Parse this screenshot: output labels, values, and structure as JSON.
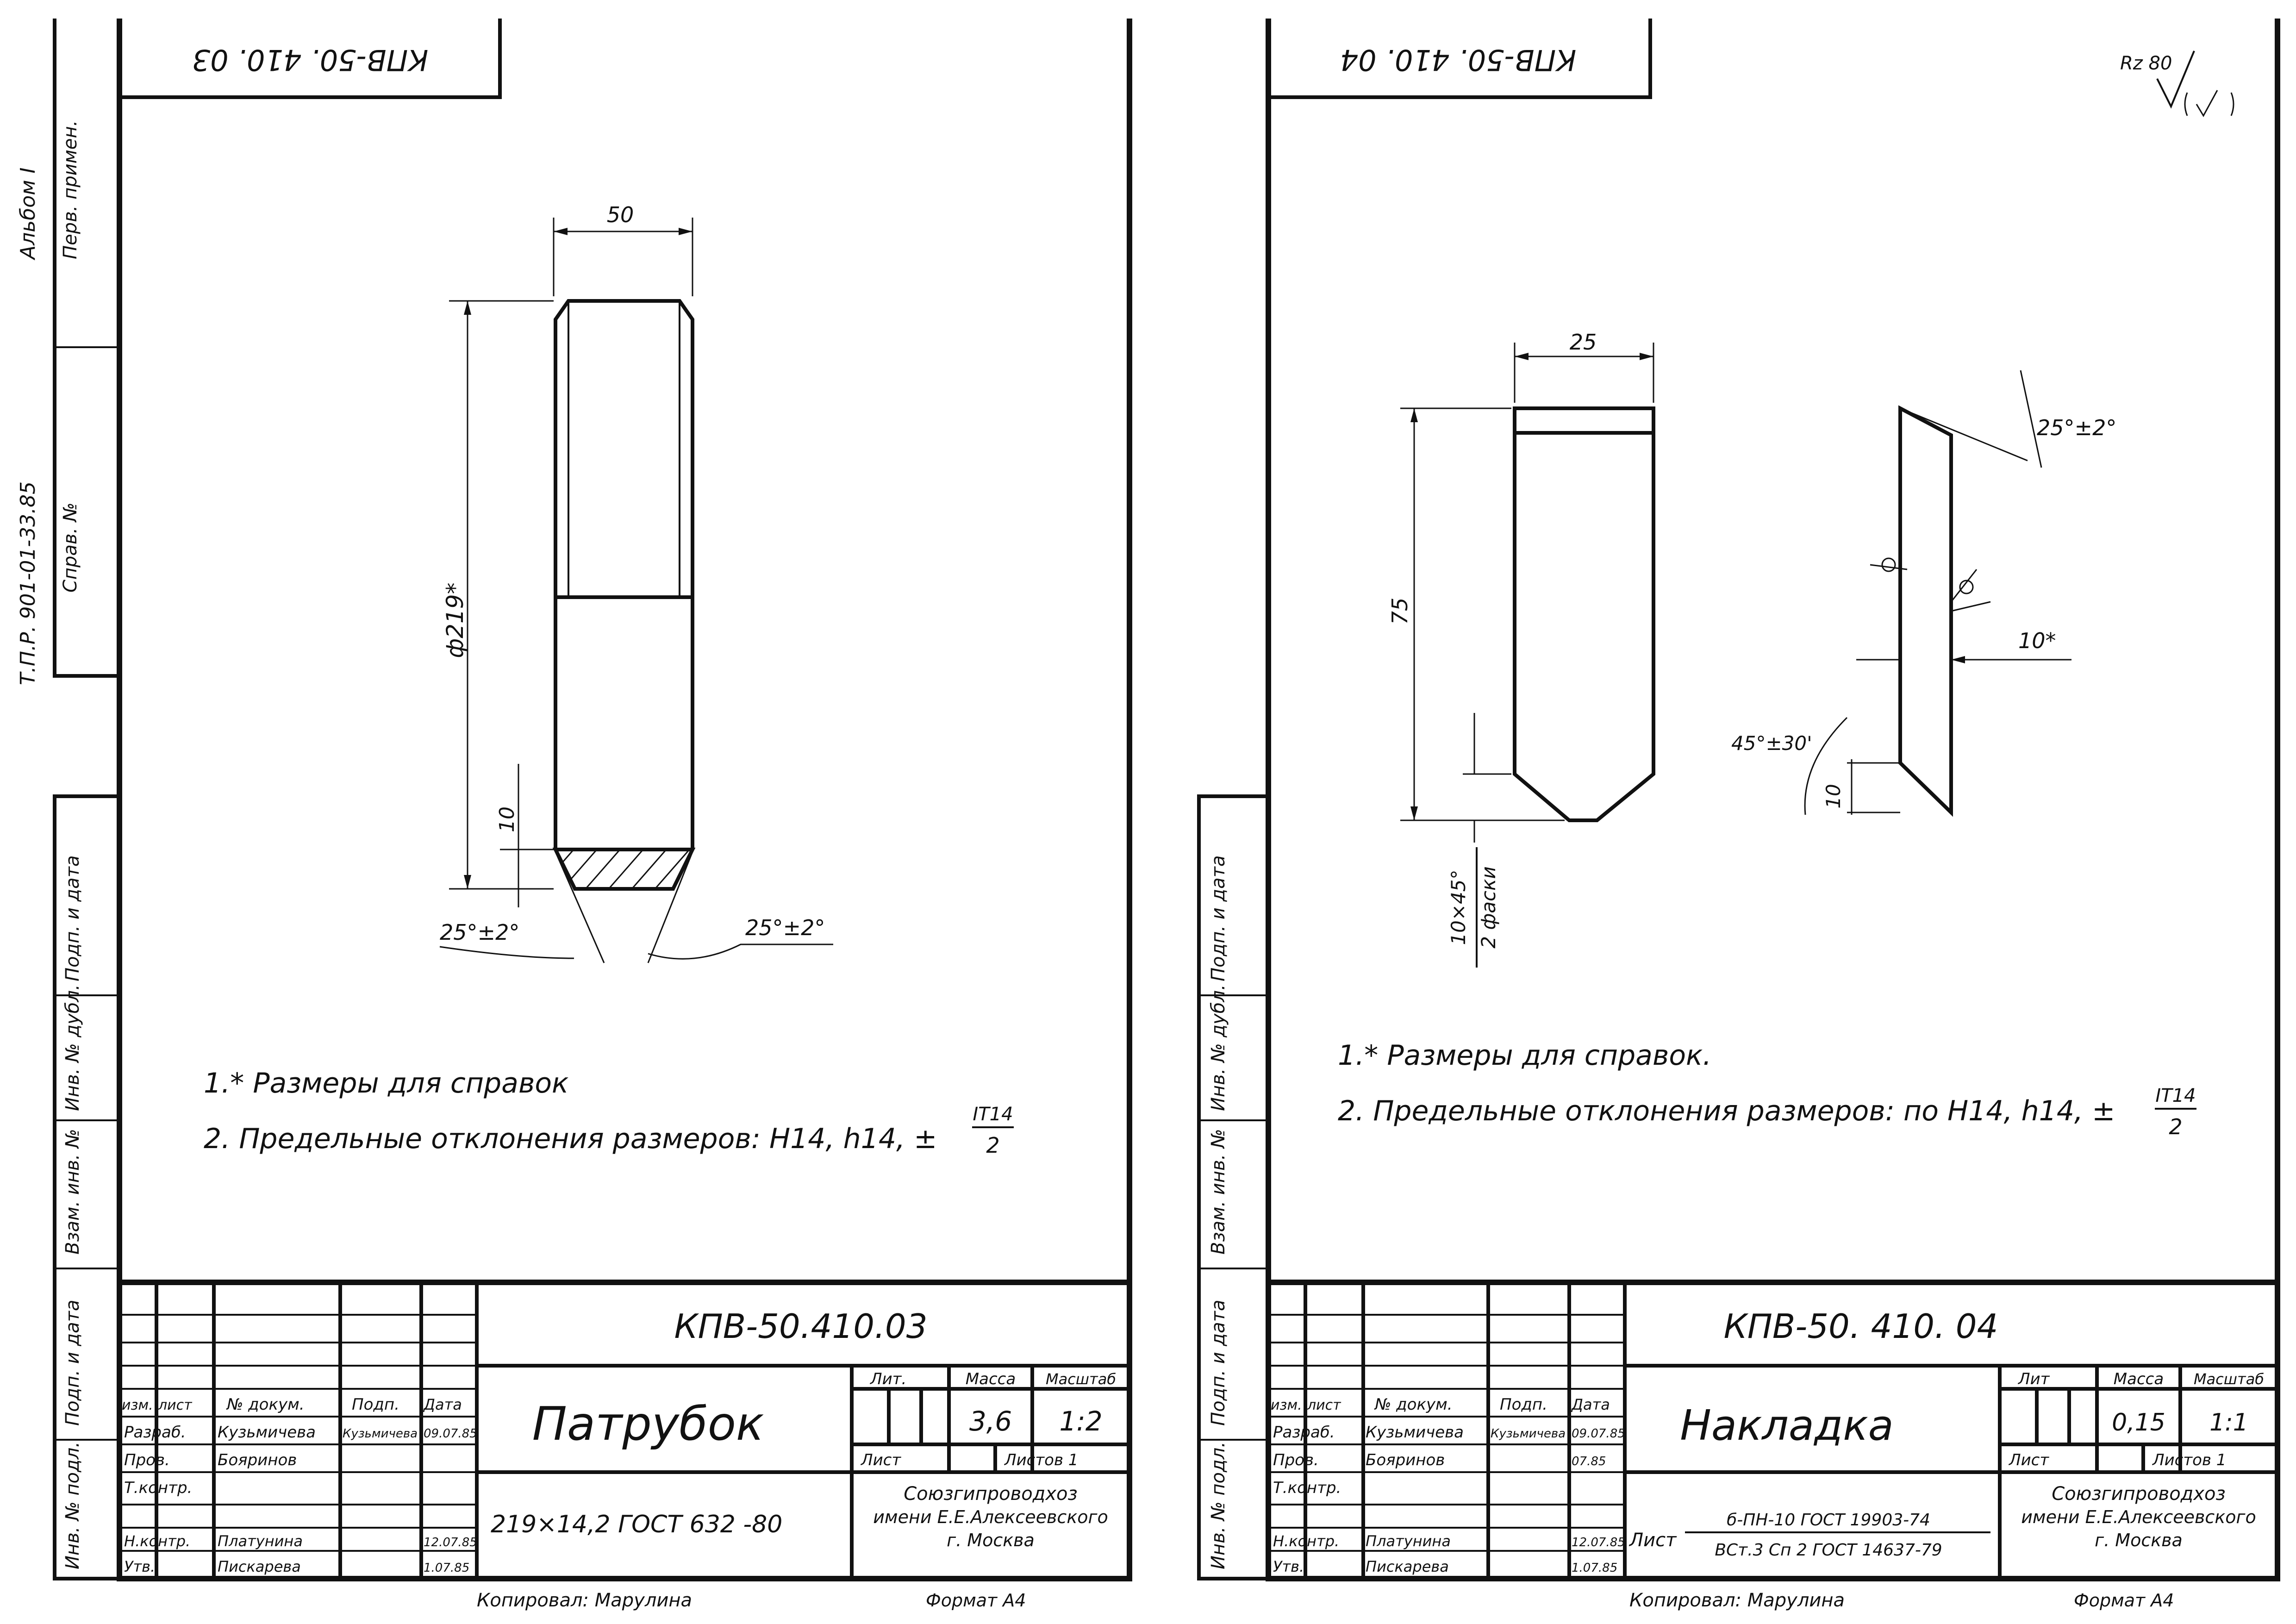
{
  "meta": {
    "album": "Альбом I",
    "series": "Т.П.Р. 901-01-33.85",
    "copied_by": "Копировал: Марулина",
    "format": "Формат А4"
  },
  "margin": {
    "perv_primen": "Перв. примен.",
    "sprav_no": "Справ. №",
    "podp_data_1": "Подп. и дата",
    "inv_dubl": "Инв. № дубл.",
    "vzam_inv": "Взам. инв. №",
    "podp_data_2": "Подп. и дата",
    "inv_podl": "Инв. № подл."
  },
  "sheets": [
    {
      "code_rotated": "КПВ-50. 410. 03",
      "designation": "КПВ-50.410.03",
      "name": "Патрубок",
      "material": "219×14,2 ГОСТ 632 -80",
      "lit_label": "Лит.",
      "mass_label": "Масса",
      "scale_label": "Масштаб",
      "mass": "3,6",
      "scale": "1:2",
      "sheet_label": "Лист",
      "sheets_label": "Листов 1",
      "org_line1": "Союзгипроводхоз",
      "org_line2": "имени Е.Е.Алексеевского",
      "org_line3": "г. Москва",
      "headers": {
        "izm": "изм.",
        "list": "лист",
        "doc": "№ докум.",
        "sign": "Подп.",
        "date": "Дата"
      },
      "people": [
        {
          "role": "Разраб.",
          "name": "Кузьмичева",
          "sign": "Кузьмичева",
          "date": "09.07.85"
        },
        {
          "role": "Пров.",
          "name": "Бояринов",
          "sign": "",
          "date": ""
        },
        {
          "role": "Т.контр.",
          "name": "",
          "sign": "",
          "date": ""
        },
        {
          "role": "Н.контр.",
          "name": "Платунина",
          "sign": "",
          "date": "12.07.85"
        },
        {
          "role": "Утв.",
          "name": "Пискарева",
          "sign": "",
          "date": "1.07.85"
        }
      ],
      "notes": {
        "n1": "1.* Размеры для справок",
        "n2": "2. Предельные отклонения размеров:  Н14,  h14,  ±",
        "frac_num": "IT14",
        "frac_den": "2"
      },
      "dims": {
        "width": "50",
        "dia": "ф219*",
        "bevel_h": "10",
        "angle_l": "25°±2°",
        "angle_r": "25°±2°"
      }
    },
    {
      "code_rotated": "КПВ-50. 410. 04",
      "designation": "КПВ-50. 410. 04",
      "name": "Накладка",
      "material_prefix": "Лист",
      "material_top": "б-ПН-10  ГОСТ 19903-74",
      "material_bottom": "ВСт.3 Сп 2 ГОСТ 14637-79",
      "lit_label": "Лит",
      "mass_label": "Масса",
      "scale_label": "Масштаб",
      "mass": "0,15",
      "scale": "1:1",
      "sheet_label": "Лист",
      "sheets_label": "Листов 1",
      "org_line1": "Союзгипроводхоз",
      "org_line2": "имени Е.Е.Алексеевского",
      "org_line3": "г. Москва",
      "headers": {
        "izm": "изм.",
        "list": "лист",
        "doc": "№ докум.",
        "sign": "Подп.",
        "date": "Дата"
      },
      "people": [
        {
          "role": "Разраб.",
          "name": "Кузьмичева",
          "sign": "Кузьмичева",
          "date": "09.07.85"
        },
        {
          "role": "Пров.",
          "name": "Бояринов",
          "sign": "",
          "date": "07.85"
        },
        {
          "role": "Т.контр.",
          "name": "",
          "sign": "",
          "date": ""
        },
        {
          "role": "Н.контр.",
          "name": "Платунина",
          "sign": "",
          "date": "12.07.85"
        },
        {
          "role": "Утв.",
          "name": "Пискарева",
          "sign": "",
          "date": "1.07.85"
        }
      ],
      "notes": {
        "n1": "1.* Размеры для справок.",
        "n2": "2. Предельные отклонения размеров: по  Н14,  h14,  ±",
        "frac_num": "IT14",
        "frac_den": "2"
      },
      "dims": {
        "width": "25",
        "height": "75",
        "chamfer": "10×45°",
        "chamfer_note": "2 фаски",
        "angle": "25°±2°",
        "thick": "10*",
        "angle2": "45°±30'",
        "h10": "10"
      },
      "roughness": "Rz 80"
    }
  ]
}
